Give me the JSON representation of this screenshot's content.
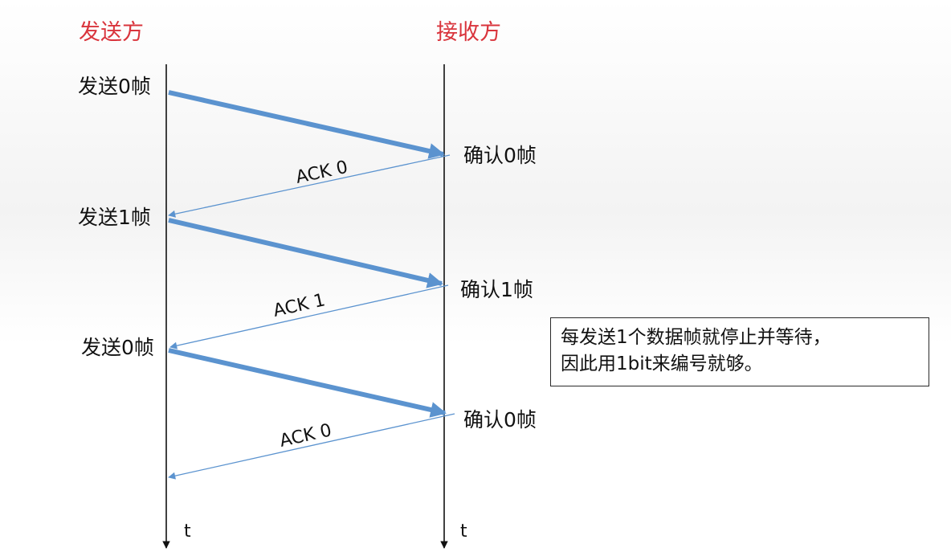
{
  "headings": {
    "sender": "发送方",
    "receiver": "接收方"
  },
  "sender_events": [
    "发送0帧",
    "发送1帧",
    "发送0帧"
  ],
  "receiver_events": [
    "确认0帧",
    "确认1帧",
    "确认0帧"
  ],
  "ack_labels": [
    "ACK 0",
    "ACK 1",
    "ACK 0"
  ],
  "time_axis": {
    "sender": "t",
    "receiver": "t"
  },
  "note": {
    "line1": "每发送1个数据帧就停止并等待，",
    "line2": "因此用1bit来编号就够。"
  },
  "colors": {
    "heading": "#d9343c",
    "frame_arrow": "#5b93cf",
    "ack_arrow": "#5b93cf",
    "timeline": "#111111"
  }
}
